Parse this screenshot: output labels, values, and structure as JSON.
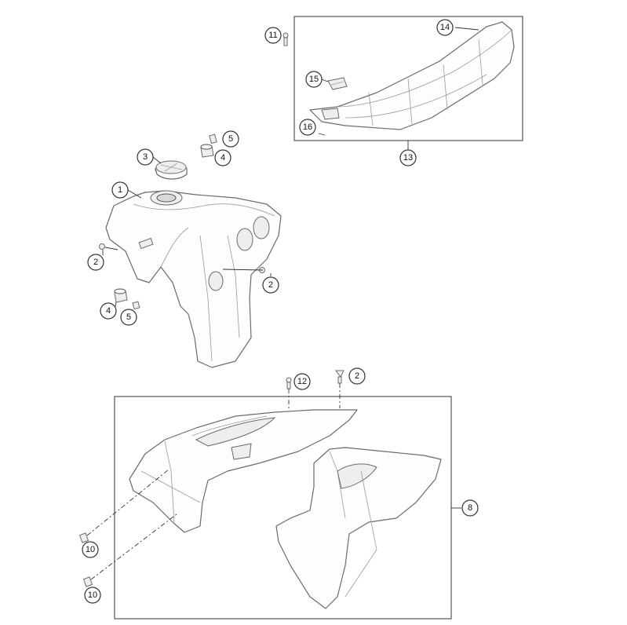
{
  "callouts": {
    "c1": "1",
    "c2a": "2",
    "c2b": "2",
    "c2c": "2",
    "c3": "3",
    "c4a": "4",
    "c4b": "4",
    "c5a": "5",
    "c5b": "5",
    "c8": "8",
    "c10a": "10",
    "c10b": "10",
    "c11": "11",
    "c12": "12",
    "c13": "13",
    "c14": "14",
    "c15": "15",
    "c16": "16"
  },
  "colors": {
    "line": "#6b6b6b",
    "callout_stroke": "#333333",
    "background": "#ffffff"
  }
}
